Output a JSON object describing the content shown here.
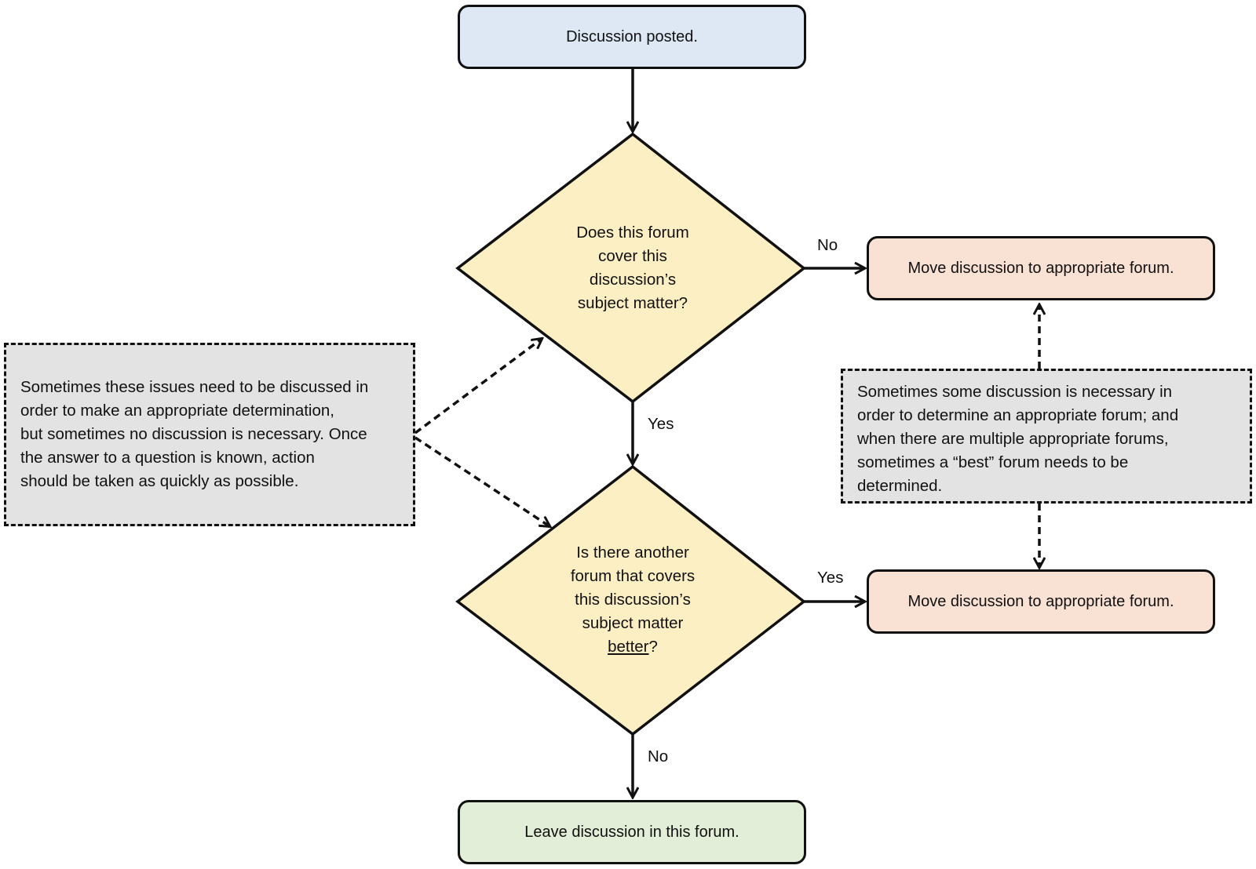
{
  "nodes": {
    "start": "Discussion posted.",
    "decision1": {
      "lines": [
        "Does this forum",
        "cover this",
        "discussion’s",
        "subject matter?"
      ]
    },
    "decision2": {
      "lines": [
        "Is there another",
        "forum that covers",
        "this discussion’s",
        "subject matter"
      ],
      "last_underlined": "better",
      "last_suffix": "?"
    },
    "move_top": "Move discussion to appropriate forum.",
    "move_bottom": "Move discussion to appropriate forum.",
    "leave": "Leave discussion in this forum."
  },
  "notes": {
    "left": [
      "Sometimes these issues need to be discussed in",
      "order to make an appropriate determination,",
      "but sometimes no discussion is necessary. Once",
      "the answer to a question is known, action",
      "should be taken as quickly as possible."
    ],
    "right": [
      "Sometimes some discussion is necessary in",
      "order to determine an appropriate forum; and",
      "when there are multiple appropriate forums,",
      "sometimes a “best” forum needs to be",
      "determined."
    ]
  },
  "edge_labels": {
    "d1_no": "No",
    "d1_yes": "Yes",
    "d2_yes": "Yes",
    "d2_no": "No"
  },
  "colors": {
    "start_fill": "#dde8f4",
    "decision_fill": "#fdefc4",
    "move_fill": "#f9e1d4",
    "leave_fill": "#e2eed7",
    "note_fill": "#e3e3e3",
    "stroke": "#111111"
  }
}
